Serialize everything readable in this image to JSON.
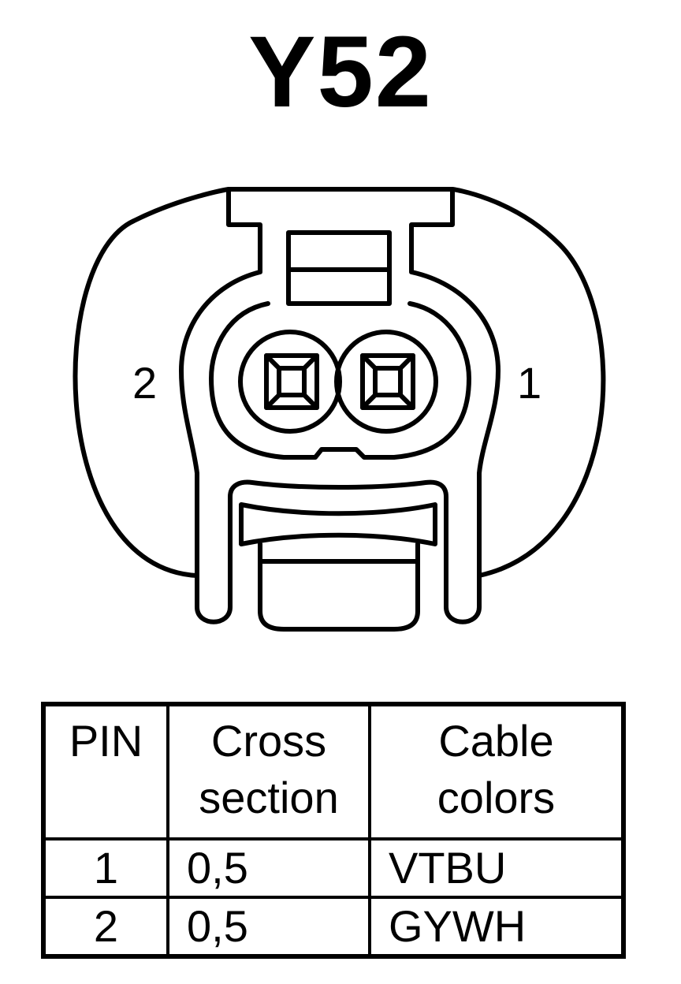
{
  "title": "Y52",
  "connector": {
    "pin_labels": {
      "left": "2",
      "right": "1"
    }
  },
  "table": {
    "headers": {
      "pin": "PIN",
      "cross_section": "Cross\nsection",
      "cable_colors": "Cable\ncolors"
    },
    "rows": [
      {
        "pin": "1",
        "cross_section": "0,5",
        "color": "VTBU"
      },
      {
        "pin": "2",
        "cross_section": "0,5",
        "color": "GYWH"
      }
    ]
  }
}
